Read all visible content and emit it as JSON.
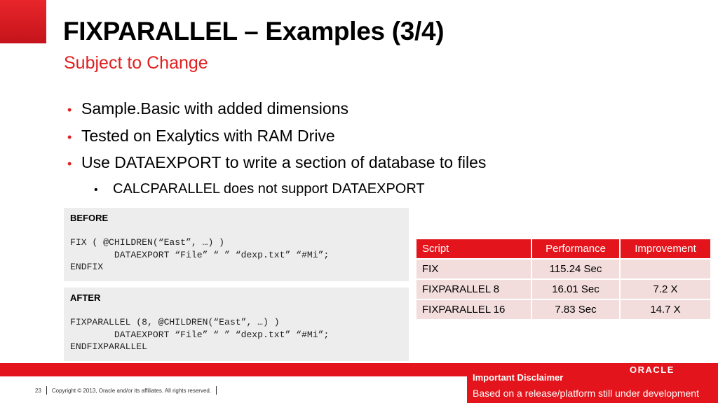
{
  "slide": {
    "title": "FIXPARALLEL – Examples (3/4)",
    "subtitle": "Subject to Change"
  },
  "bullets": [
    "Sample.Basic with added dimensions",
    "Tested on Exalytics with RAM Drive",
    "Use DATAEXPORT to write a section of database to files"
  ],
  "sub_bullets": [
    "CALCPARALLEL does not support DATAEXPORT"
  ],
  "code_before": {
    "heading": "BEFORE",
    "lines": [
      "FIX ( @CHILDREN(“East”, …) )",
      "        DATAEXPORT “File” “ ” “dexp.txt” “#Mi”;",
      "ENDFIX"
    ]
  },
  "code_after": {
    "heading": "AFTER",
    "lines": [
      "FIXPARALLEL (8, @CHILDREN(“East”, …) )",
      "        DATAEXPORT “File” “ ” “dexp.txt” “#Mi”;",
      "ENDFIXPARALLEL"
    ]
  },
  "table": {
    "headers": [
      "Script",
      "Performance",
      "Improvement"
    ],
    "rows": [
      [
        "FIX",
        "115.24 Sec",
        ""
      ],
      [
        "FIXPARALLEL 8",
        "16.01 Sec",
        "7.2 X"
      ],
      [
        "FIXPARALLEL 16",
        "7.83 Sec",
        "14.7 X"
      ]
    ]
  },
  "footer": {
    "page_number": "23",
    "copyright": "Copyright © 2013, Oracle and/or its affiliates. All rights reserved.",
    "disclaimer_title": "Important Disclaimer",
    "disclaimer_text": "Based on a release/platform still under development",
    "logo": "ORACLE"
  },
  "colors": {
    "accent": "#e3141b",
    "table_row": "#f2dcdc",
    "code_bg": "#ededed"
  }
}
